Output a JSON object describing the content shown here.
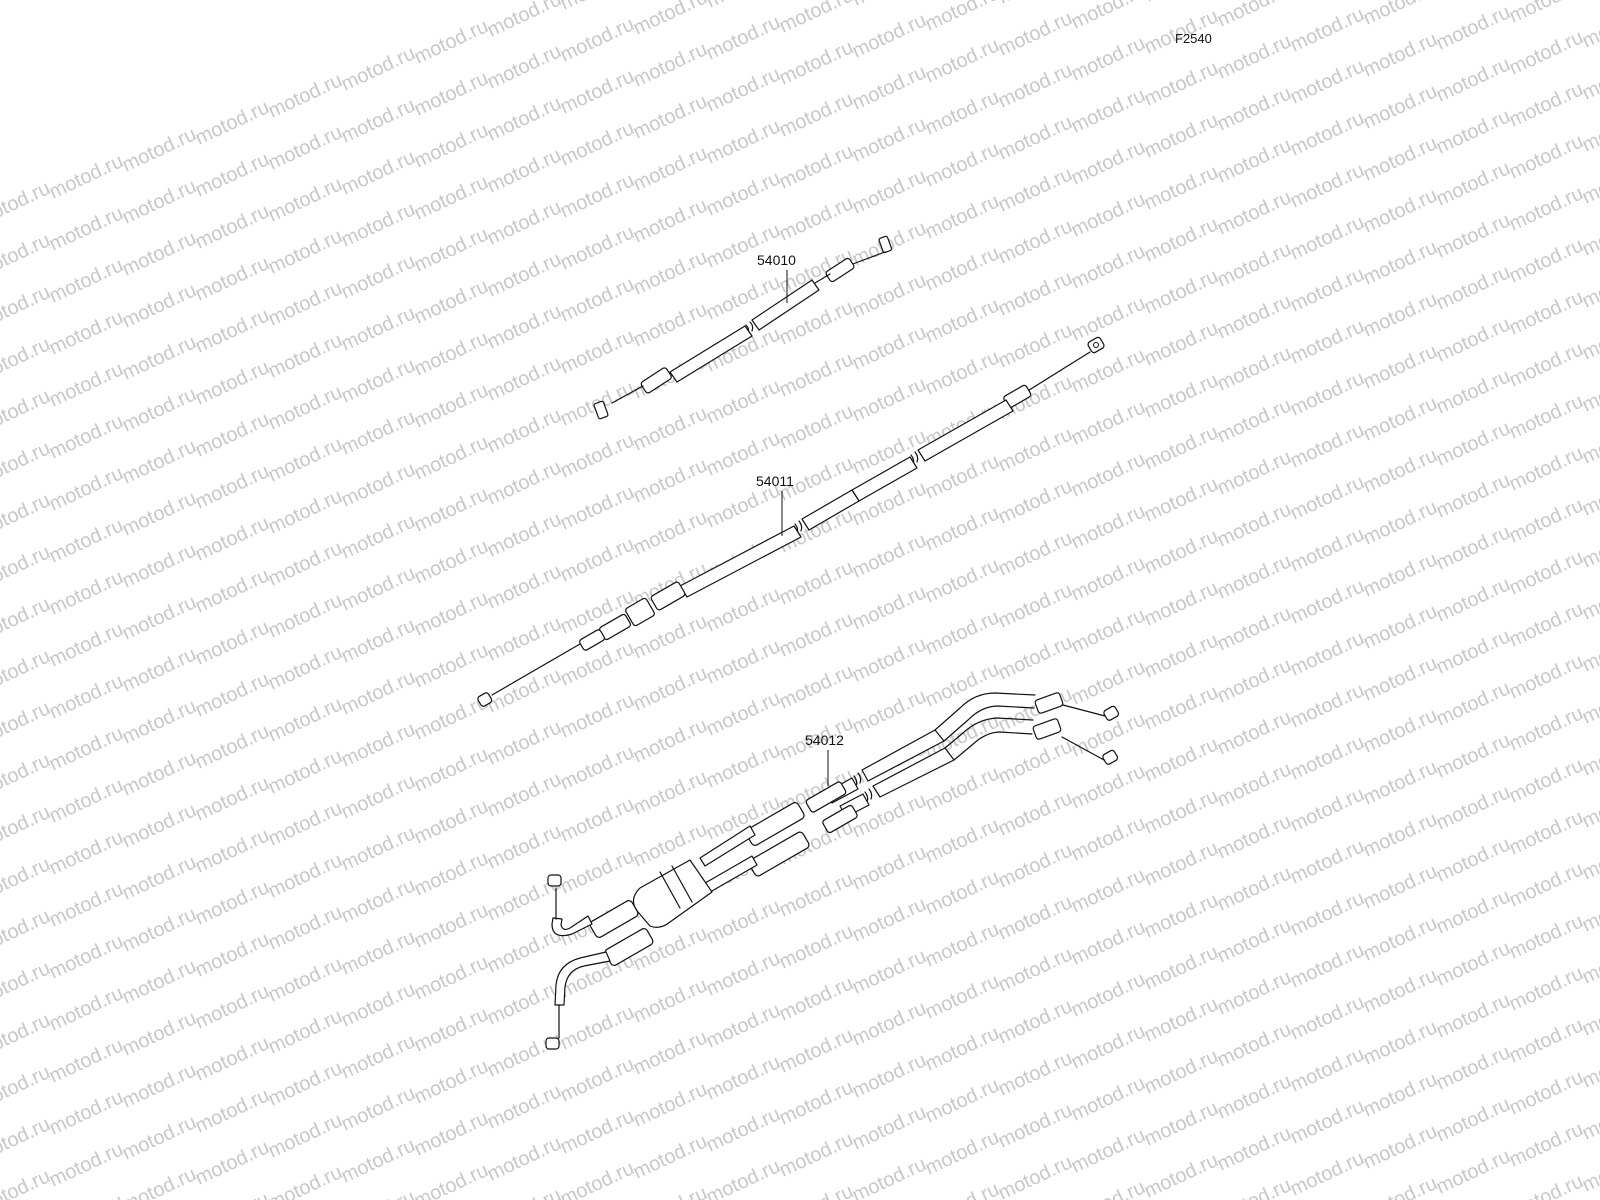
{
  "diagram": {
    "page_code": "F2540",
    "watermark_text": "motod.ru",
    "parts": [
      {
        "number": "54010"
      },
      {
        "number": "54011"
      },
      {
        "number": "54012"
      }
    ]
  }
}
